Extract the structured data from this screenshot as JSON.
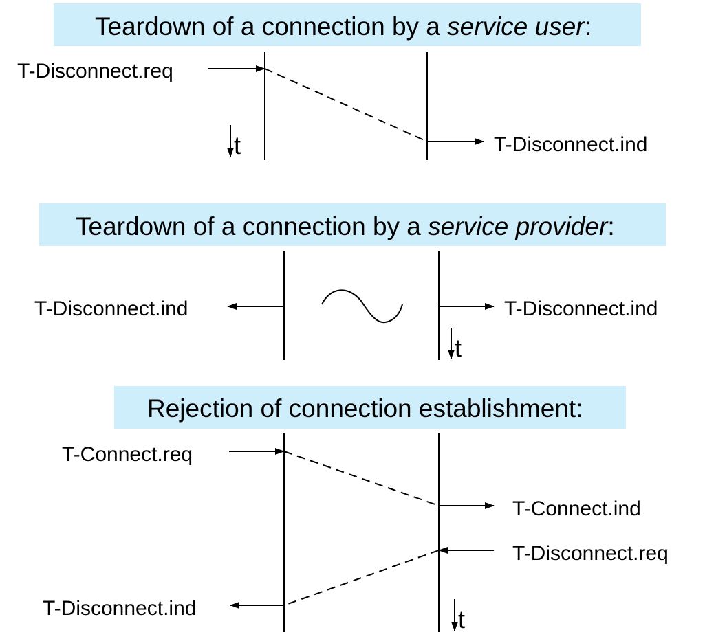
{
  "colors": {
    "title_background": "#cfeefb",
    "ink": "#000000"
  },
  "sections": [
    {
      "title_plain": "Teardown of a connection by a ",
      "title_italic": "service user",
      "title_suffix": ":",
      "labels": {
        "left_req": "T-Disconnect.req",
        "right_ind": "T-Disconnect.ind",
        "time": "t"
      }
    },
    {
      "title_plain": "Teardown of a connection by a ",
      "title_italic": "service provider",
      "title_suffix": ":",
      "labels": {
        "left_ind": "T-Disconnect.ind",
        "right_ind": "T-Disconnect.ind",
        "time": "t"
      }
    },
    {
      "title_plain": "Rejection of connection establishment:",
      "labels": {
        "left_req": "T-Connect.req",
        "right_ind": "T-Connect.ind",
        "right_req": "T-Disconnect.req",
        "left_ind": "T-Disconnect.ind",
        "time": "t"
      }
    }
  ]
}
